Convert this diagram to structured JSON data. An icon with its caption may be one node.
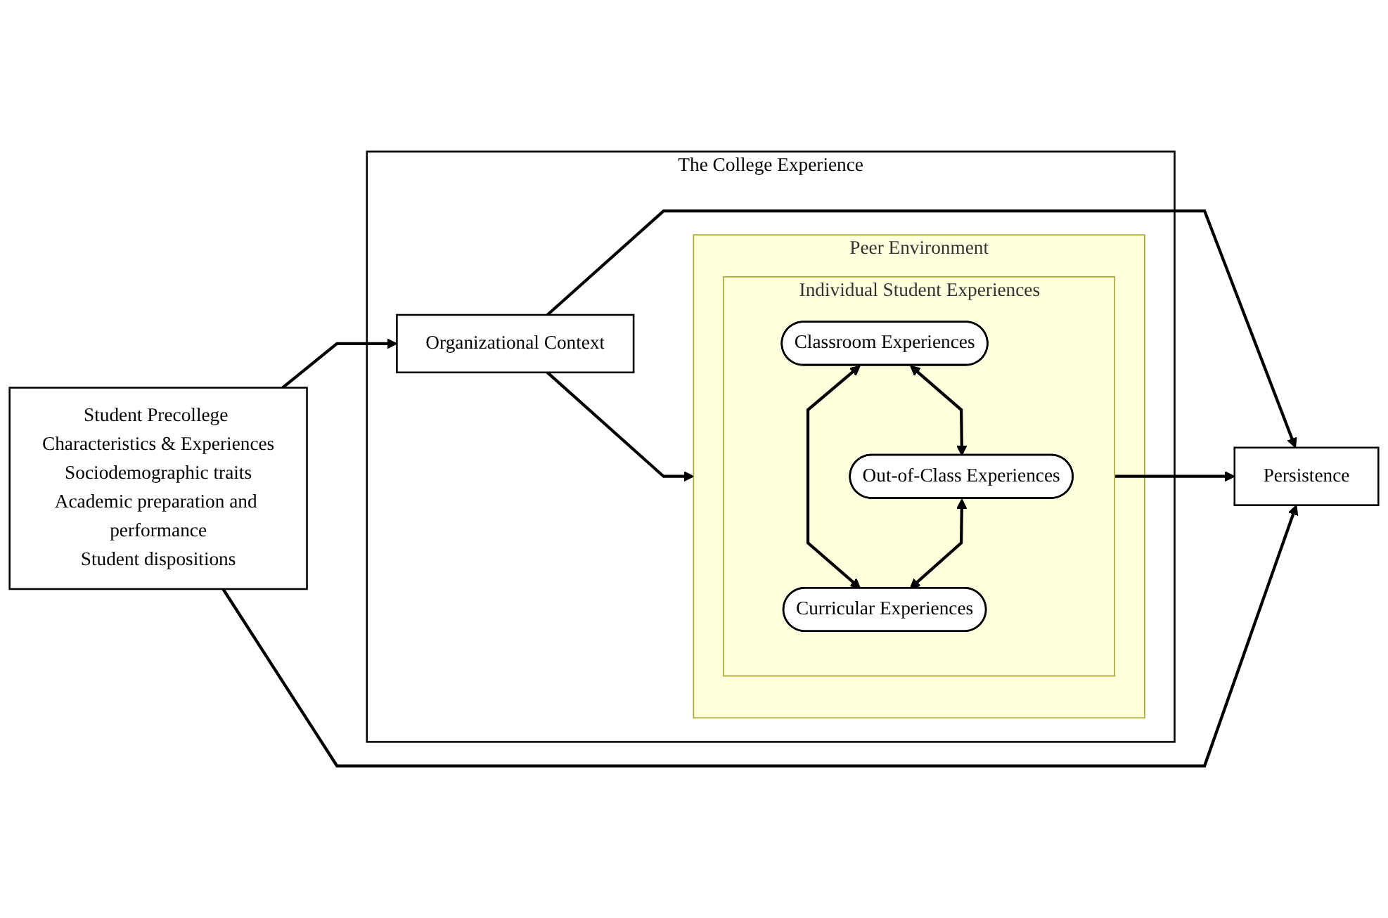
{
  "diagram": {
    "nodes": [
      {
        "text": [
          "Student Precollege Characteristics & Experiences",
          "Sociodemographic traits",
          "Academic preparation and performance",
          "Student dispositions"
        ]
      },
      {
        "text": [
          "The College Experience"
        ]
      },
      {
        "text": [
          "Organizational Context"
        ],
        "in": 1
      },
      {
        "text": [
          "Peer Environment"
        ],
        "in": 1
      },
      {
        "text": [
          "Individual Student Experiences"
        ],
        "in": 3
      },
      {
        "text": [
          "Classroom Experiences"
        ],
        "in": 4
      },
      {
        "text": [
          "Out-of-Class Experiences"
        ],
        "in": 4
      },
      {
        "text": [
          "Curricular Experiences"
        ],
        "in": 4
      },
      {
        "text": [
          "Persistence"
        ]
      }
    ],
    "edges": [
      {
        "from": 0,
        "to": 2,
        "arrow": "to"
      },
      {
        "from": 2,
        "to": 3,
        "arrow": "to"
      },
      {
        "from": 5,
        "to": 6,
        "arrow": "both"
      },
      {
        "from": 5,
        "to": 7,
        "arrow": "both"
      },
      {
        "from": 6,
        "to": 7,
        "arrow": "both"
      },
      {
        "from": 4,
        "to": 8,
        "arrow": "to"
      },
      {
        "from": 2,
        "to": 8,
        "arrow": "to"
      },
      {
        "from": 0,
        "to": 8,
        "arrow": "to"
      }
    ]
  }
}
